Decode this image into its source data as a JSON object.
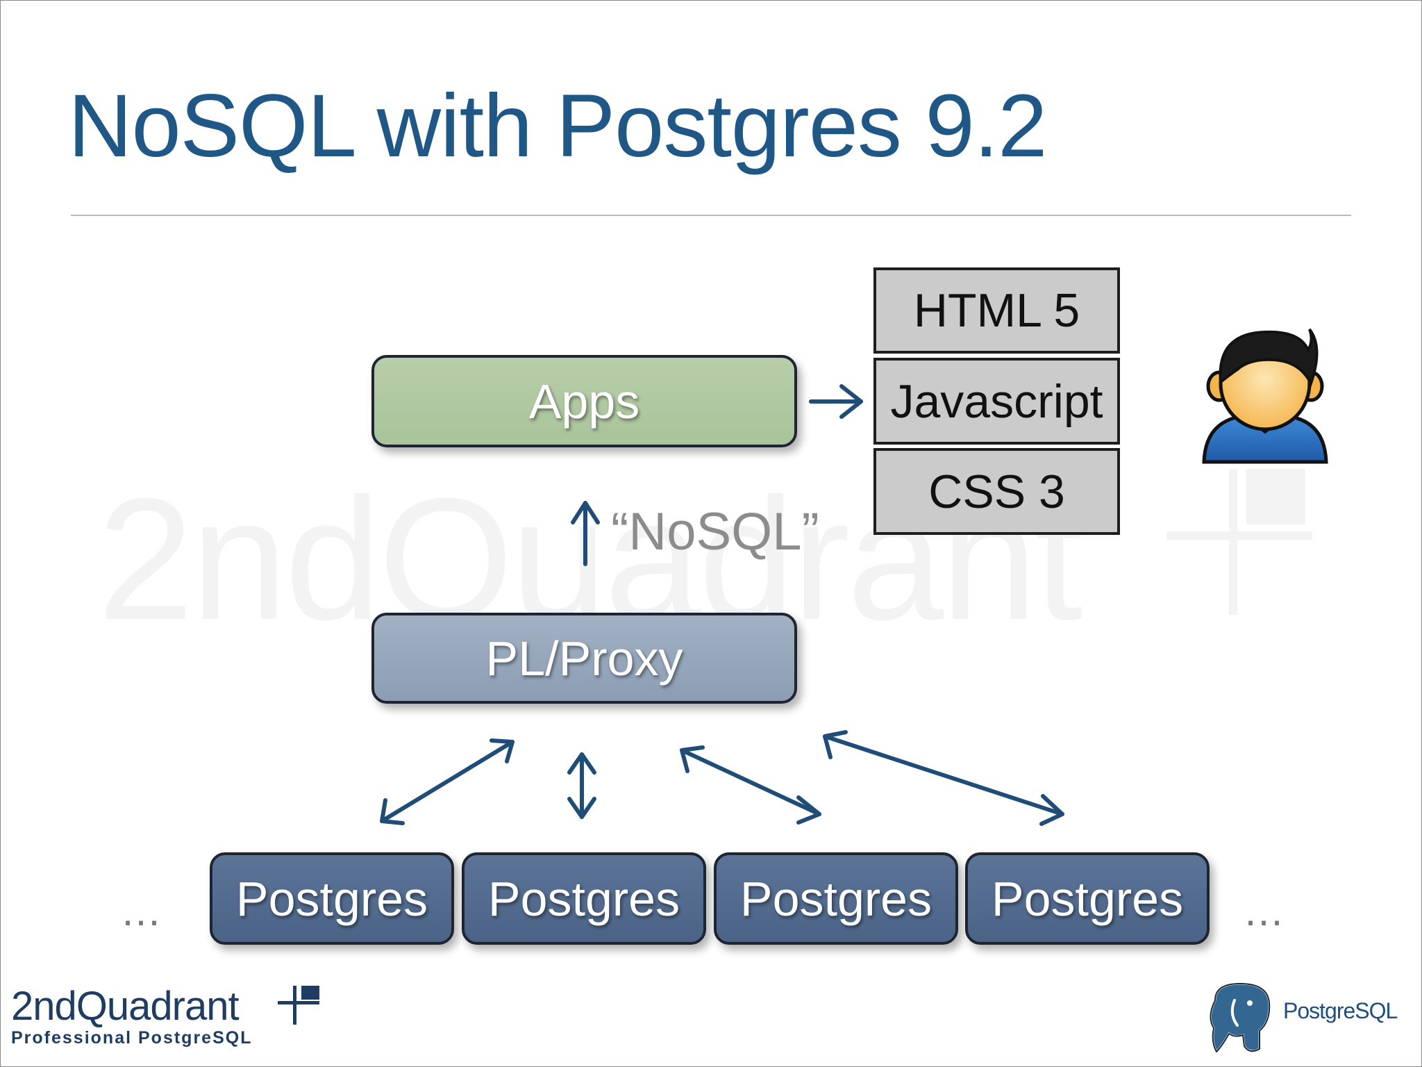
{
  "slide": {
    "title": "NoSQL with Postgres 9.2",
    "watermark": "2ndQuadrant"
  },
  "diagram": {
    "apps_label": "Apps",
    "proxy_label": "PL/Proxy",
    "nosql_label": "“NoSQL”",
    "web_stack": [
      "HTML 5",
      "Javascript",
      "CSS 3"
    ],
    "postgres_nodes": [
      "Postgres",
      "Postgres",
      "Postgres",
      "Postgres"
    ],
    "ellipsis_left": "…",
    "ellipsis_right": "…"
  },
  "logos": {
    "company_name": "2ndQuadrant",
    "company_tagline": "Professional PostgreSQL",
    "postgresql": "PostgreSQL"
  },
  "colors": {
    "title": "#1f5786",
    "apps": "#b1c9a2",
    "proxy": "#97a8bc",
    "postgres": "#536b8e",
    "arrow": "#1f4d78",
    "web_stack": "#cbcbcb"
  }
}
